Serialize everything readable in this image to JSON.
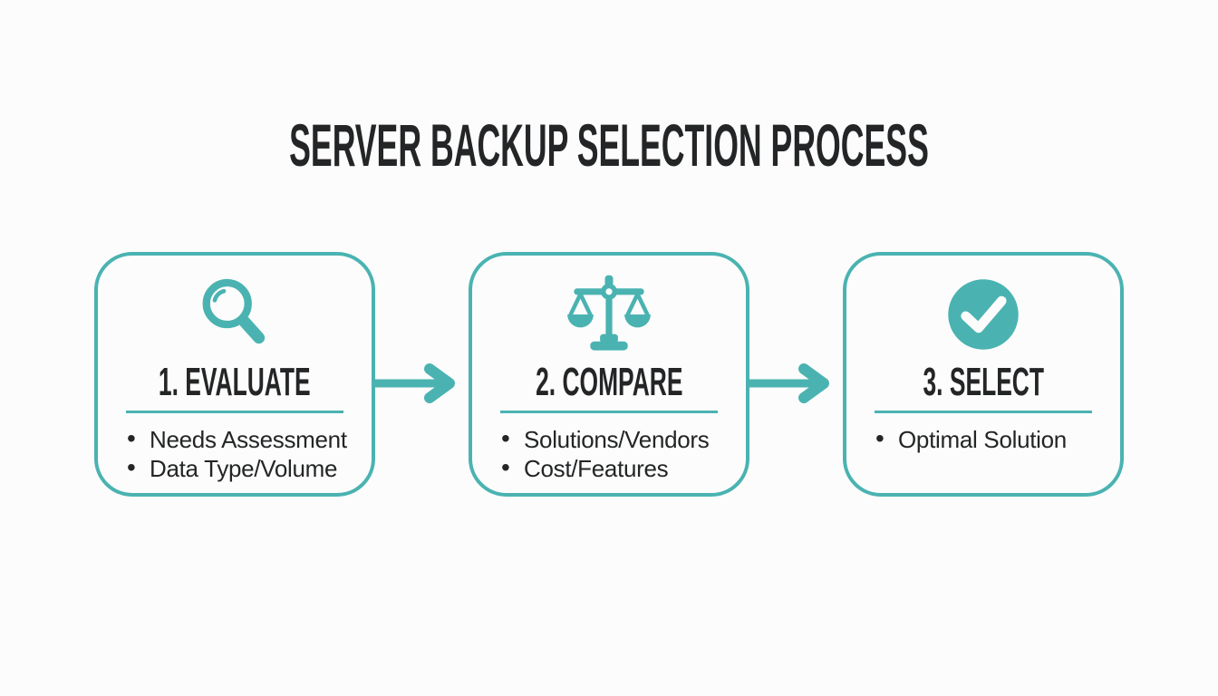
{
  "theme": {
    "accent": "#4ab3b1",
    "ink": "#232526",
    "bg": "#fcfcfc"
  },
  "title": "SERVER BACKUP SELECTION PROCESS",
  "steps": [
    {
      "id": "evaluate",
      "icon": "magnifier-icon",
      "heading": "1. EVALUATE",
      "bullets": [
        "Needs Assessment",
        "Data Type/Volume"
      ]
    },
    {
      "id": "compare",
      "icon": "balance-scale-icon",
      "heading": "2. COMPARE",
      "bullets": [
        "Solutions/Vendors",
        "Cost/Features"
      ]
    },
    {
      "id": "select",
      "icon": "check-circle-icon",
      "heading": "3. SELECT",
      "bullets": [
        "Optimal Solution"
      ]
    }
  ]
}
